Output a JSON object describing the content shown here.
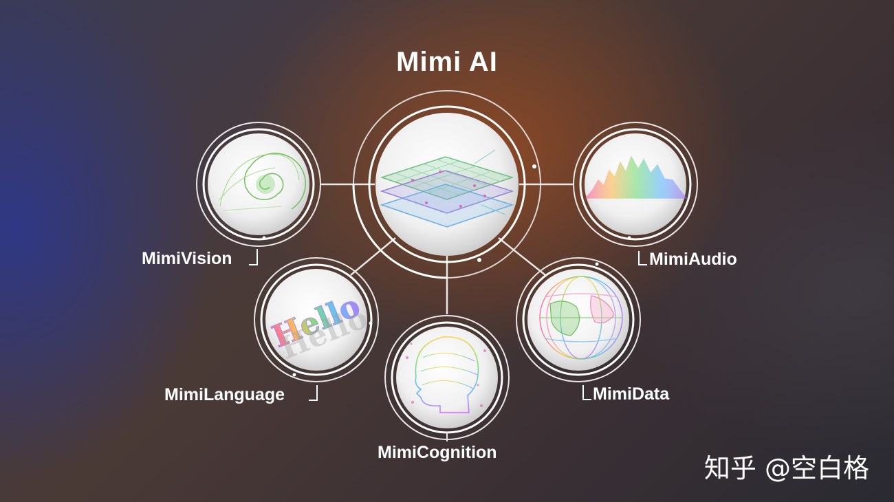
{
  "title": "Mimi AI",
  "center_icon": "neural-layers-icon",
  "nodes": [
    {
      "label": "MimiVision",
      "icon": "nautilus-wireframe-icon"
    },
    {
      "label": "MimiAudio",
      "icon": "audio-waveform-icon"
    },
    {
      "label": "MimiLanguage",
      "icon": "hello-text-icon"
    },
    {
      "label": "MimiCognition",
      "icon": "head-wireframe-icon"
    },
    {
      "label": "MimiData",
      "icon": "globe-wireframe-icon"
    }
  ],
  "hello_text": "Hello",
  "watermark": "知乎 @空白格",
  "colors": {
    "text": "#ffffff",
    "connector": "#e8e8e8",
    "accent_brown": "#8a4a26",
    "accent_blue": "#2d3a8c"
  }
}
